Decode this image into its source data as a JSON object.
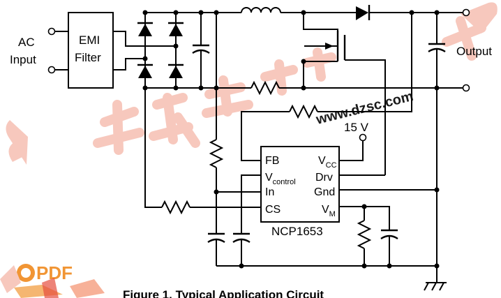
{
  "labels": {
    "ac_input_line1": "AC",
    "ac_input_line2": "Input",
    "emi_line1": "EMI",
    "emi_line2": "Filter",
    "output": "Output",
    "supply": "15 V",
    "chip": "NCP1653",
    "caption": "Figure 1. Typical Application Circuit"
  },
  "pins": {
    "fb": "FB",
    "vcontrol_main": "V",
    "vcontrol_sub": "control",
    "in": "In",
    "cs": "CS",
    "vcc_main": "V",
    "vcc_sub": "CC",
    "drv": "Drv",
    "gnd": "Gnd",
    "vm_main": "V",
    "vm_sub": "M"
  },
  "watermark": {
    "site": "www.dzsc.com",
    "pdf_text": "PDF"
  },
  "colors": {
    "watermark": "#f6c2b6",
    "watermark_text": "#d8d8d8",
    "pdf_orange": "#f08a1e"
  }
}
